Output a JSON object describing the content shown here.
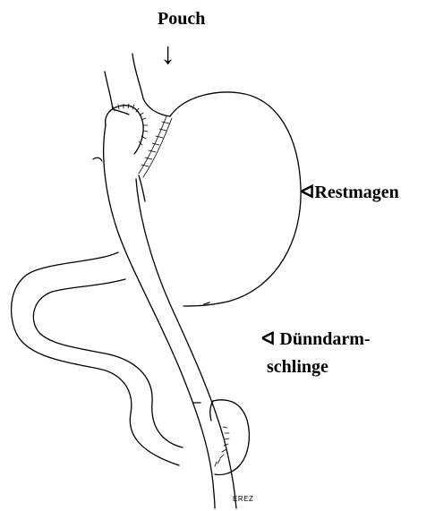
{
  "labels": {
    "pouch": "Pouch",
    "pouch_arrow": "↓",
    "restmagen": "ᐊRestmagen",
    "duenndarm_line1": "ᐊ  Dünndarm-",
    "duenndarm_line2": "schlinge",
    "signature": "EREZ"
  },
  "colors": {
    "ink": "#000000",
    "background": "#ffffff"
  }
}
